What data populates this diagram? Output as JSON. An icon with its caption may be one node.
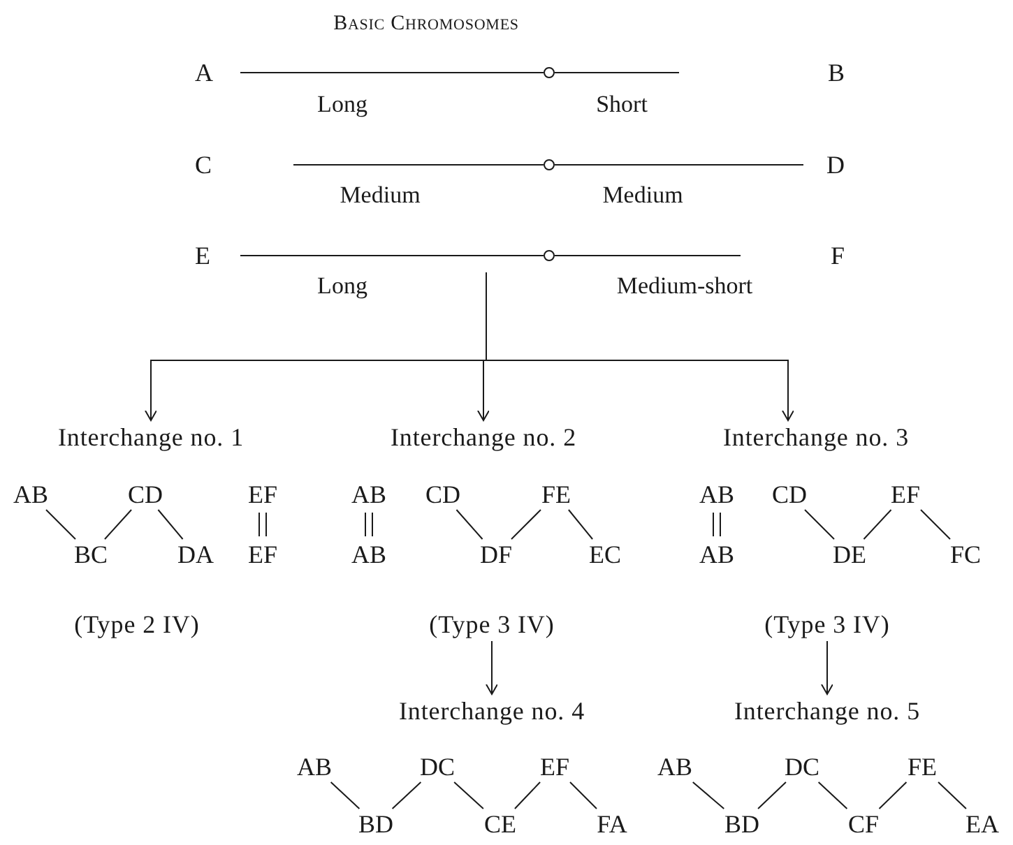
{
  "diagram": {
    "title": "Basic Chromosomes",
    "nodes": [
      {
        "text": [
          "A",
          "B"
        ],
        "beside": [
          "Long",
          "Short"
        ]
      },
      {
        "text": [
          "C",
          "D"
        ],
        "beside": [
          "Medium",
          "Medium"
        ]
      },
      {
        "text": [
          "E",
          "F"
        ],
        "beside": [
          "Long",
          "Medium-short"
        ]
      },
      {
        "text": [
          "Interchange no. 1"
        ]
      },
      {
        "text": [
          "Interchange no. 2"
        ]
      },
      {
        "text": [
          "Interchange no. 3"
        ]
      },
      {
        "text": [
          "AB"
        ]
      },
      {
        "text": [
          "CD"
        ]
      },
      {
        "text": [
          "EF"
        ]
      },
      {
        "text": [
          "BC"
        ]
      },
      {
        "text": [
          "DA"
        ]
      },
      {
        "text": [
          "EF"
        ]
      },
      {
        "text": [
          "(Type 2 IV)"
        ]
      },
      {
        "text": [
          "AB"
        ]
      },
      {
        "text": [
          "CD"
        ]
      },
      {
        "text": [
          "FE"
        ]
      },
      {
        "text": [
          "AB"
        ]
      },
      {
        "text": [
          "DF"
        ]
      },
      {
        "text": [
          "EC"
        ]
      },
      {
        "text": [
          "(Type 3 IV)"
        ]
      },
      {
        "text": [
          "AB"
        ]
      },
      {
        "text": [
          "CD"
        ]
      },
      {
        "text": [
          "EF"
        ]
      },
      {
        "text": [
          "AB"
        ]
      },
      {
        "text": [
          "DE"
        ]
      },
      {
        "text": [
          "FC"
        ]
      },
      {
        "text": [
          "(Type 3 IV)"
        ]
      },
      {
        "text": [
          "Interchange no. 4"
        ]
      },
      {
        "text": [
          "Interchange no. 5"
        ]
      },
      {
        "text": [
          "AB"
        ]
      },
      {
        "text": [
          "DC"
        ]
      },
      {
        "text": [
          "EF"
        ]
      },
      {
        "text": [
          "BD"
        ]
      },
      {
        "text": [
          "CE"
        ]
      },
      {
        "text": [
          "FA"
        ]
      },
      {
        "text": [
          "AB"
        ]
      },
      {
        "text": [
          "DC"
        ]
      },
      {
        "text": [
          "FE"
        ]
      },
      {
        "text": [
          "BD"
        ]
      },
      {
        "text": [
          "CF"
        ]
      },
      {
        "text": [
          "EA"
        ]
      }
    ],
    "edges": [
      {
        "from": 2,
        "to": 3,
        "arrow": "to"
      },
      {
        "from": 2,
        "to": 4,
        "arrow": "to"
      },
      {
        "from": 2,
        "to": 5,
        "arrow": "to"
      },
      {
        "from": 6,
        "to": 9,
        "arrow": "none"
      },
      {
        "from": 7,
        "to": 9,
        "arrow": "none"
      },
      {
        "from": 7,
        "to": 10,
        "arrow": "none"
      },
      {
        "from": 8,
        "to": 11,
        "arrow": "none"
      },
      {
        "from": 13,
        "to": 16,
        "arrow": "none"
      },
      {
        "from": 14,
        "to": 17,
        "arrow": "none"
      },
      {
        "from": 15,
        "to": 17,
        "arrow": "none"
      },
      {
        "from": 15,
        "to": 18,
        "arrow": "none"
      },
      {
        "from": 20,
        "to": 23,
        "arrow": "none"
      },
      {
        "from": 21,
        "to": 24,
        "arrow": "none"
      },
      {
        "from": 22,
        "to": 24,
        "arrow": "none"
      },
      {
        "from": 22,
        "to": 25,
        "arrow": "none"
      },
      {
        "from": 19,
        "to": 27,
        "arrow": "to"
      },
      {
        "from": 26,
        "to": 28,
        "arrow": "to"
      },
      {
        "from": 29,
        "to": 32,
        "arrow": "none"
      },
      {
        "from": 30,
        "to": 32,
        "arrow": "none"
      },
      {
        "from": 30,
        "to": 33,
        "arrow": "none"
      },
      {
        "from": 31,
        "to": 33,
        "arrow": "none"
      },
      {
        "from": 31,
        "to": 34,
        "arrow": "none"
      },
      {
        "from": 35,
        "to": 38,
        "arrow": "none"
      },
      {
        "from": 36,
        "to": 38,
        "arrow": "none"
      },
      {
        "from": 36,
        "to": 39,
        "arrow": "none"
      },
      {
        "from": 37,
        "to": 39,
        "arrow": "none"
      },
      {
        "from": 37,
        "to": 40,
        "arrow": "none"
      }
    ]
  }
}
